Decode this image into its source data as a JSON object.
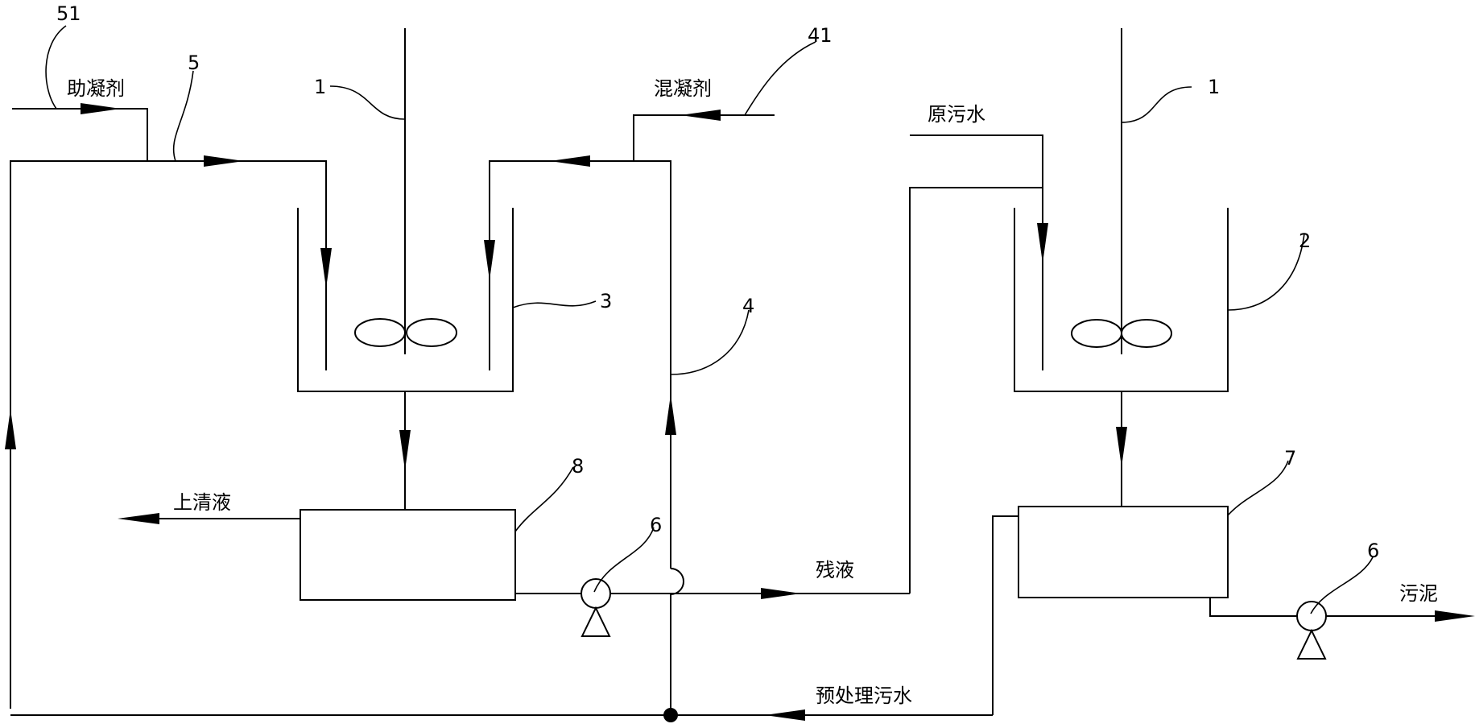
{
  "labels": {
    "coagulant_aid": "助凝剂",
    "coagulant": "混凝剂",
    "raw_sewage": "原污水",
    "supernatant": "上清液",
    "residual": "残液",
    "sludge": "污泥",
    "pretreated_sewage": "预处理污水"
  },
  "numbers": {
    "n51": "51",
    "n5": "5",
    "n1_left": "1",
    "n41": "41",
    "n1_right": "1",
    "n2": "2",
    "n3": "3",
    "n4": "4",
    "n8": "8",
    "n6_left": "6",
    "n7": "7",
    "n6_right": "6"
  }
}
